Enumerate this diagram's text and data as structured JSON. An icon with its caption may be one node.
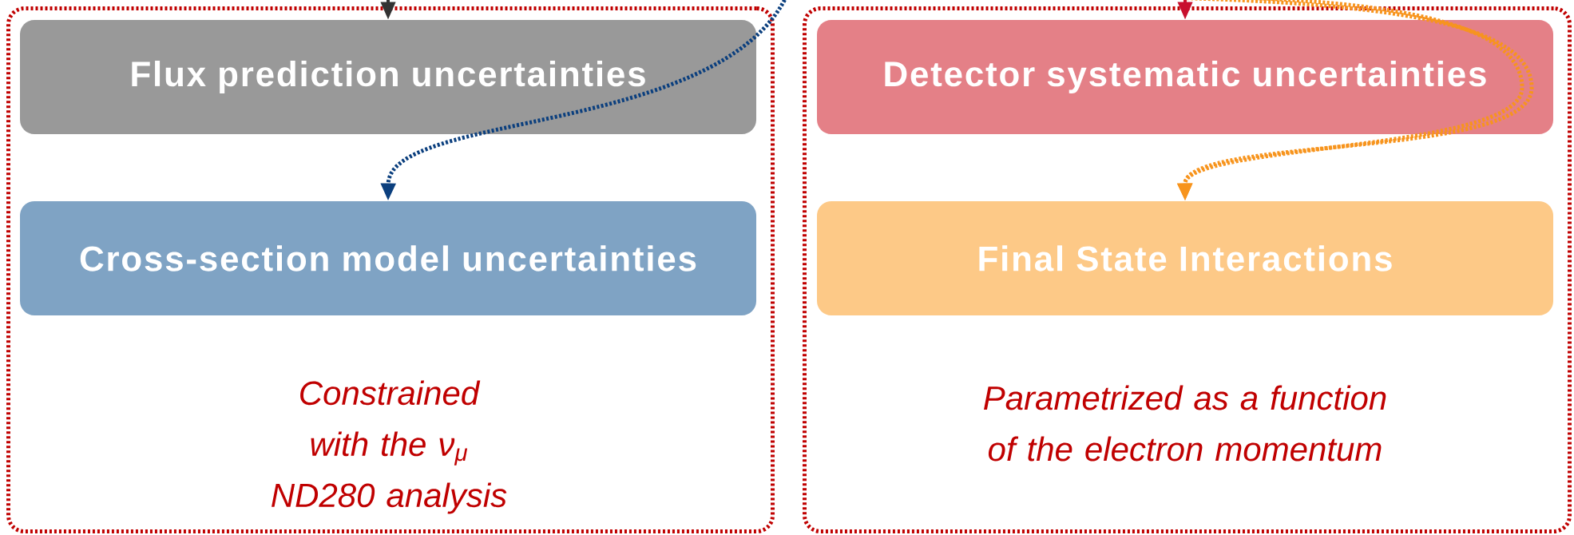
{
  "diagram": {
    "nodes": [
      {
        "text": [
          "Constrained with the ν$_{μ}$ ND280 analysis"
        ]
      },
      {
        "text": [
          "Flux prediction uncertainties"
        ],
        "in": 0
      },
      {
        "text": [
          "Cross-section model uncertainties"
        ],
        "in": 0
      },
      {
        "text": [
          "Parametrized as a function of the electron momentum"
        ]
      },
      {
        "text": [
          "Detector systematic uncertainties"
        ],
        "in": 3
      },
      {
        "text": [
          "Final State Interactions"
        ],
        "in": 3
      }
    ],
    "edges": [
      {
        "from": null,
        "to": 1,
        "arrow": "to",
        "color": "#333333"
      },
      {
        "from": null,
        "to": 4,
        "arrow": "to",
        "color": "#c8102e"
      },
      {
        "from": null,
        "to": 2,
        "arrow": "to",
        "style": "dashed",
        "color": "#0b3f7e"
      },
      {
        "from": null,
        "to": 5,
        "arrow": "to",
        "style": "dashed",
        "color": "#f7941d"
      },
      {
        "from": null,
        "to": 5,
        "arrow": "to",
        "style": "dashed",
        "color": "#f7941d"
      }
    ]
  }
}
